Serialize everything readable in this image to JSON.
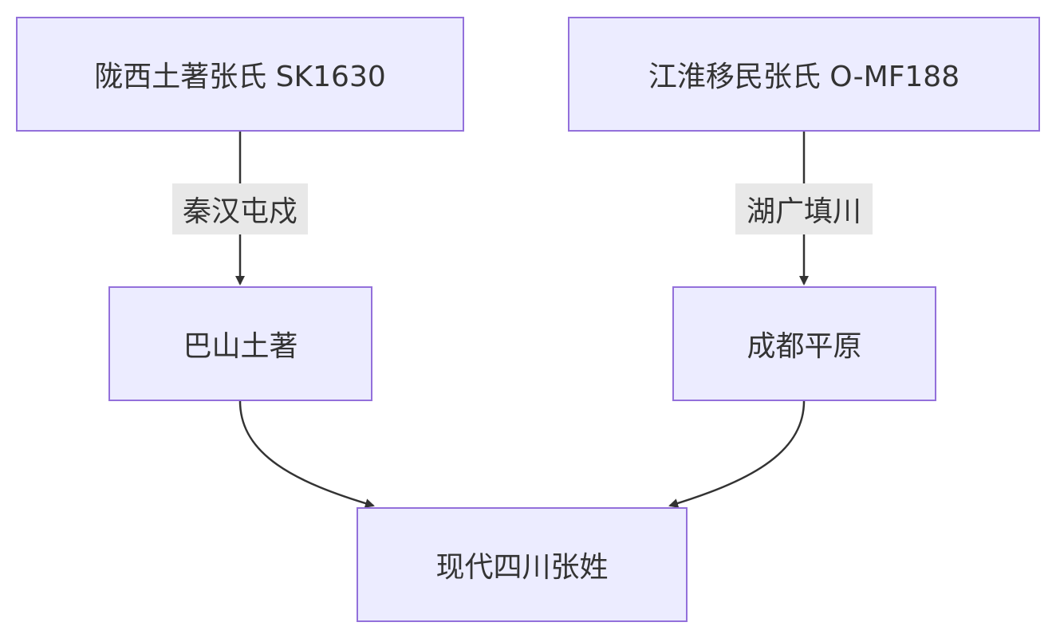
{
  "nodes": {
    "longxi": "陇西土著张氏 SK1630",
    "jianghuai": "江淮移民张氏 O-MF188",
    "bashan": "巴山土著",
    "chengdu": "成都平原",
    "sichuan": "现代四川张姓"
  },
  "edges": {
    "longxi_to_bashan": "秦汉屯戍",
    "jianghuai_to_chengdu": "湖广填川"
  },
  "colors": {
    "node_fill": "#ececff",
    "node_border": "#9370db",
    "edge_stroke": "#333333",
    "label_bg": "#e8e8e8",
    "text": "#333333"
  }
}
